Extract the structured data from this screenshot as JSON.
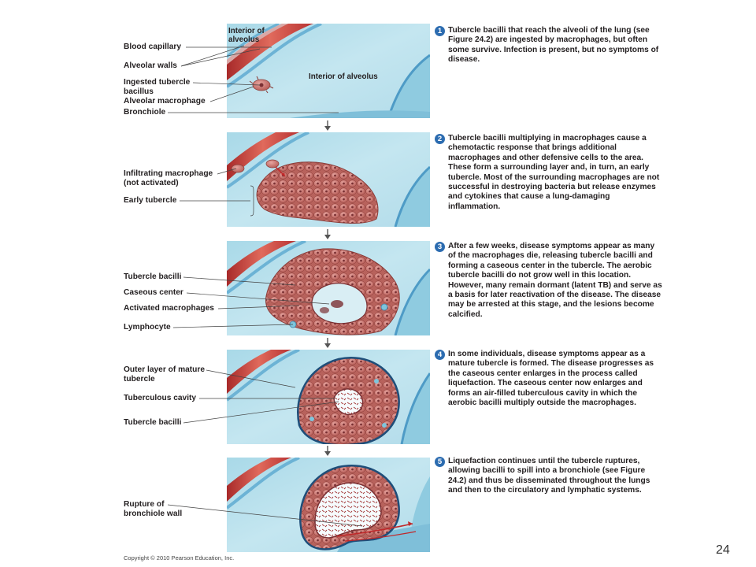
{
  "panel1": {
    "interior_label_top": "Interior of\nalveolus",
    "interior_label_mid": "Interior of alveolus",
    "labels": {
      "blood_capillary": "Blood capillary",
      "alveolar_walls": "Alveolar walls",
      "ingested_bacillus": "Ingested tubercle\nbacillus",
      "alveolar_macrophage": "Alveolar macrophage",
      "bronchiole": "Bronchiole"
    }
  },
  "panel2": {
    "labels": {
      "infiltrating_macrophage": "Infiltrating macrophage\n(not activated)",
      "early_tubercle": "Early tubercle"
    }
  },
  "panel3": {
    "labels": {
      "tubercle_bacilli": "Tubercle bacilli",
      "caseous_center": "Caseous center",
      "activated_macrophages": "Activated macrophages",
      "lymphocyte": "Lymphocyte"
    }
  },
  "panel4": {
    "labels": {
      "outer_layer": "Outer layer of mature\ntubercle",
      "tuberculous_cavity": "Tuberculous cavity",
      "tubercle_bacilli": "Tubercle bacilli"
    }
  },
  "panel5": {
    "labels": {
      "rupture": "Rupture of\nbronchiole wall"
    }
  },
  "steps": [
    {
      "num": "1",
      "text": "Tubercle bacilli that reach the alveoli of the lung (see Figure 24.2) are ingested by macrophages, but often some survive. Infection is present, but no symptoms of disease."
    },
    {
      "num": "2",
      "text": "Tubercle bacilli multiplying in macrophages cause a chemotactic response that brings additional macrophages and other defensive cells to the area. These form a surrounding layer and, in turn, an early tubercle. Most of the surrounding macrophages are not successful in destroying bacteria but release enzymes and cytokines that cause a lung-damaging inflammation."
    },
    {
      "num": "3",
      "text": "After a few weeks, disease symptoms appear as many of the macrophages die, releasing tubercle bacilli and forming a caseous center in the tubercle. The aerobic tubercle bacilli do not grow well in this location. However, many remain dormant (latent TB) and serve as a basis for later reactivation of the disease. The disease may be arrested at this stage, and the lesions become calcified."
    },
    {
      "num": "4",
      "text": "In some individuals, disease symptoms appear as a mature tubercle is formed. The disease progresses as the caseous center enlarges in the process called liquefaction. The caseous center now enlarges and forms an air-filled tuberculous cavity in which the aerobic bacilli multiply outside the macrophages."
    },
    {
      "num": "5",
      "text": "Liquefaction continues until the tubercle ruptures, allowing bacilli to spill into a bronchiole (see Figure 24.2) and thus be disseminated throughout the lungs and then to the circulatory and lymphatic systems."
    }
  ],
  "copyright": "Copyright © 2010 Pearson Education, Inc.",
  "page_number": "24",
  "colors": {
    "alveolus": "#bfe3ee",
    "capillary": "#c83a3a",
    "wall": "#5aa7cf",
    "cell": "#c9736e",
    "step_badge": "#2c6cb0"
  }
}
